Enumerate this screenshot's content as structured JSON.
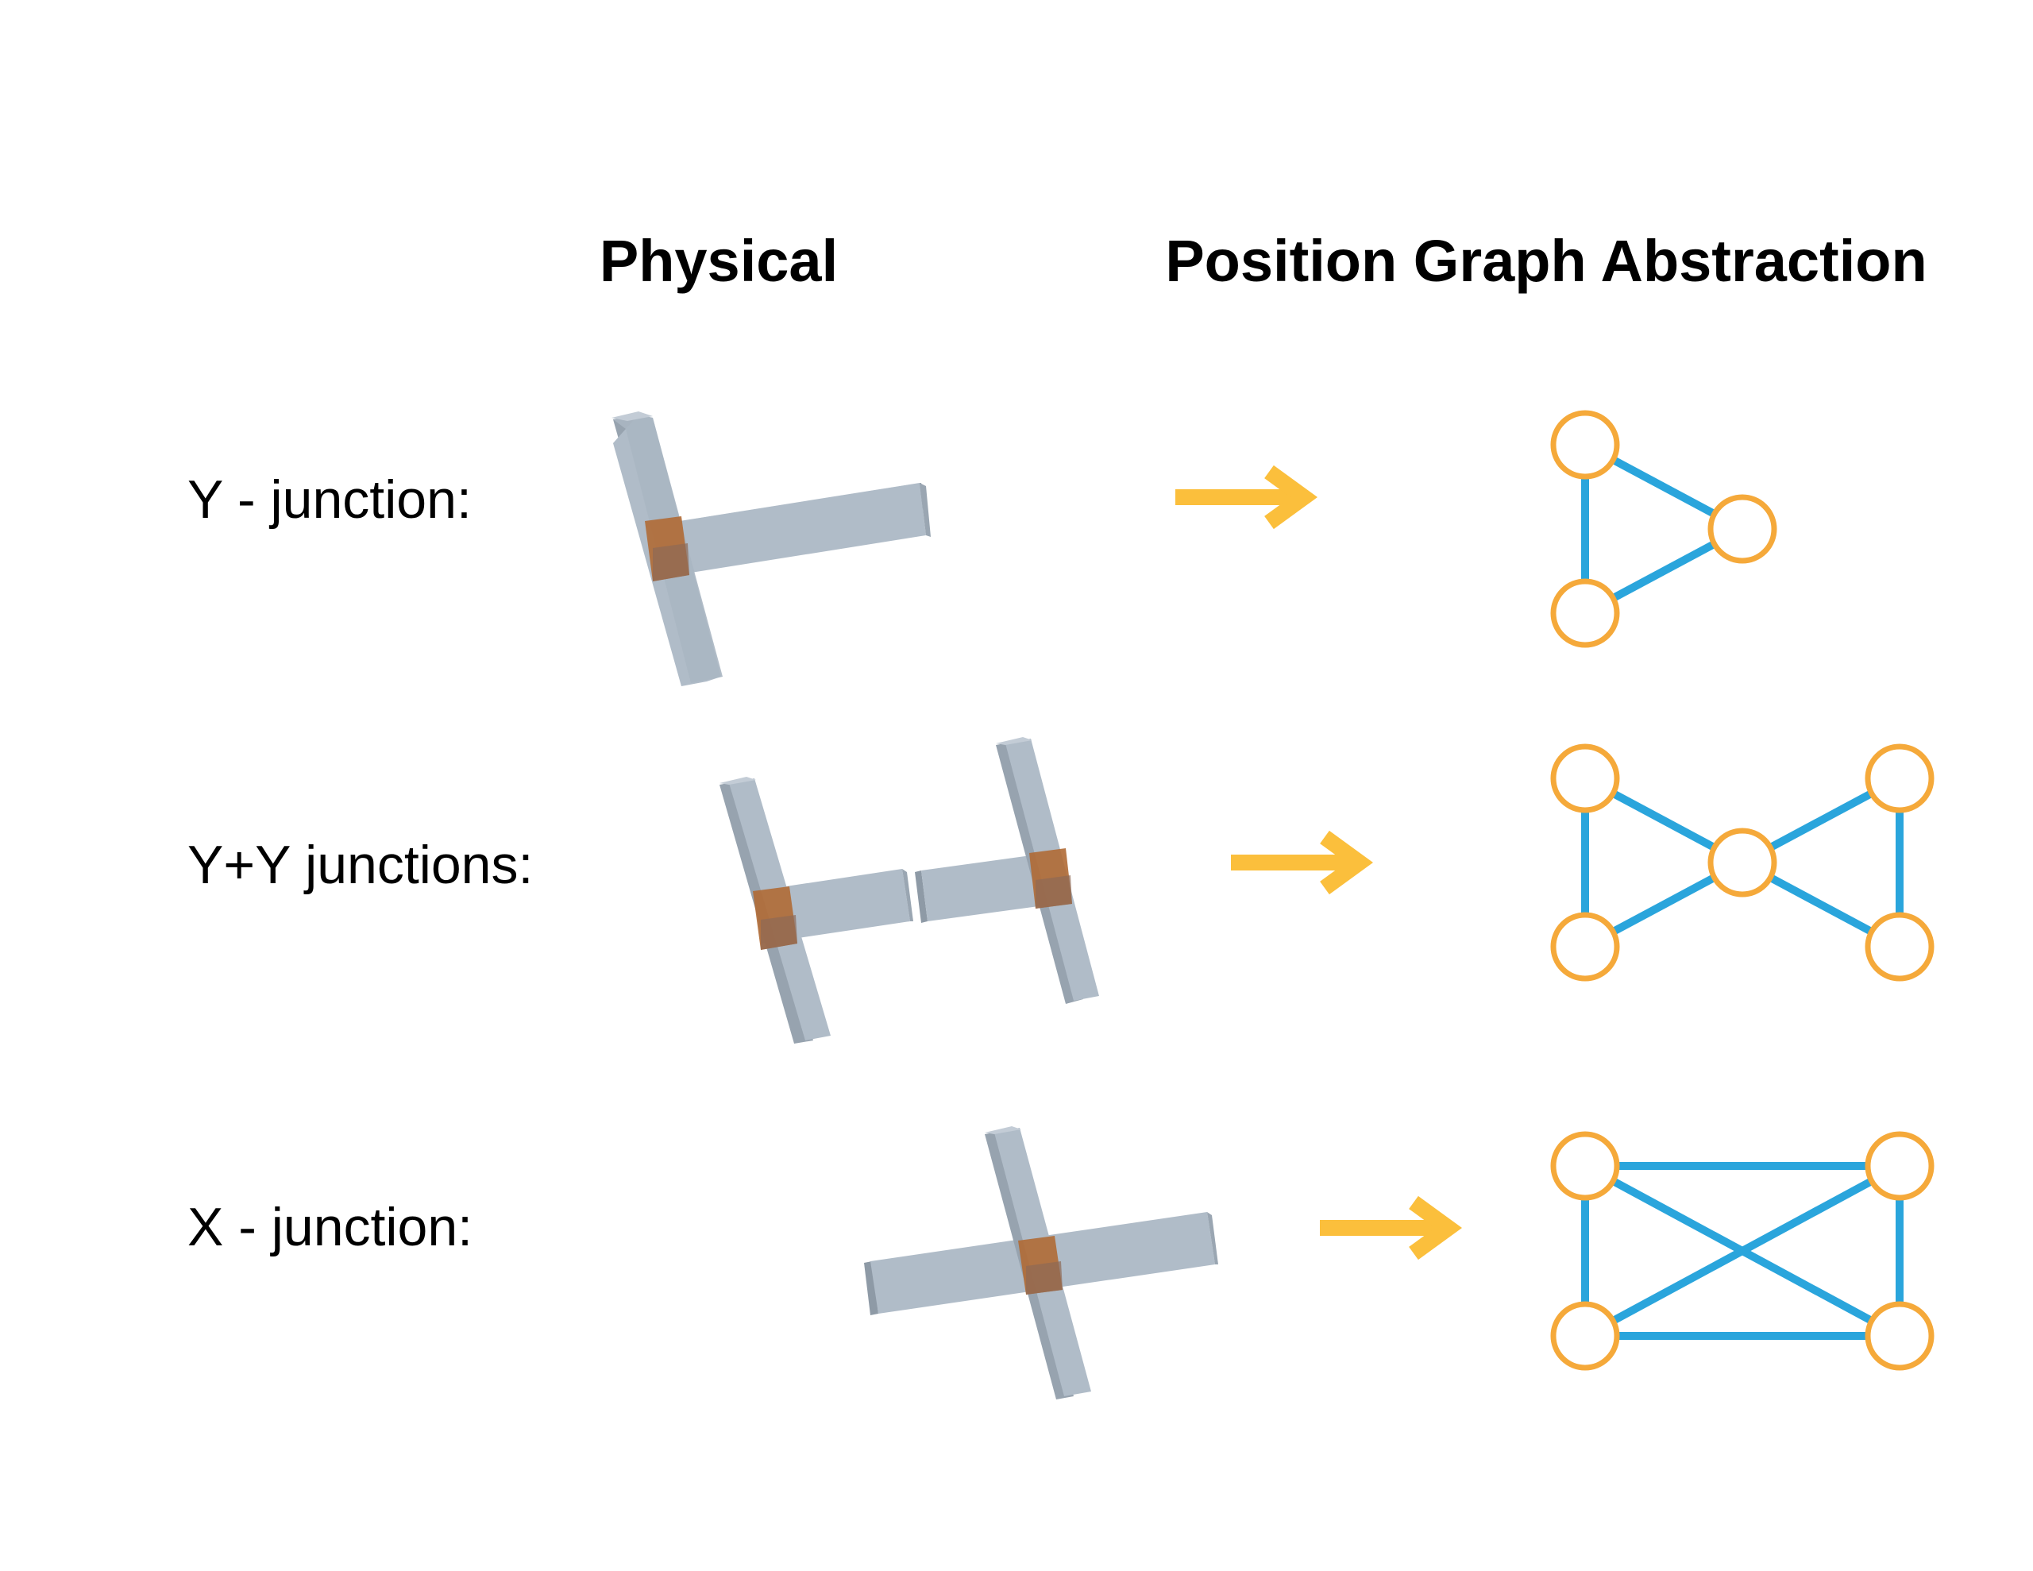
{
  "headers": {
    "physical": "Physical",
    "graph": "Position Graph Abstraction"
  },
  "rows": [
    {
      "label": "Y - junction:"
    },
    {
      "label": "Y+Y junctions:"
    },
    {
      "label": "X - junction:"
    }
  ],
  "colors": {
    "beam_front": "#b0bcc8",
    "beam_side": "#8e9aa6",
    "beam_end": "#c3ccd6",
    "junction_overlap": "#b06a35",
    "arrow": "#fbbf3c",
    "graph_edge": "#2aa5dc",
    "graph_node_stroke": "#f5a93a",
    "graph_node_fill": "#ffffff"
  }
}
